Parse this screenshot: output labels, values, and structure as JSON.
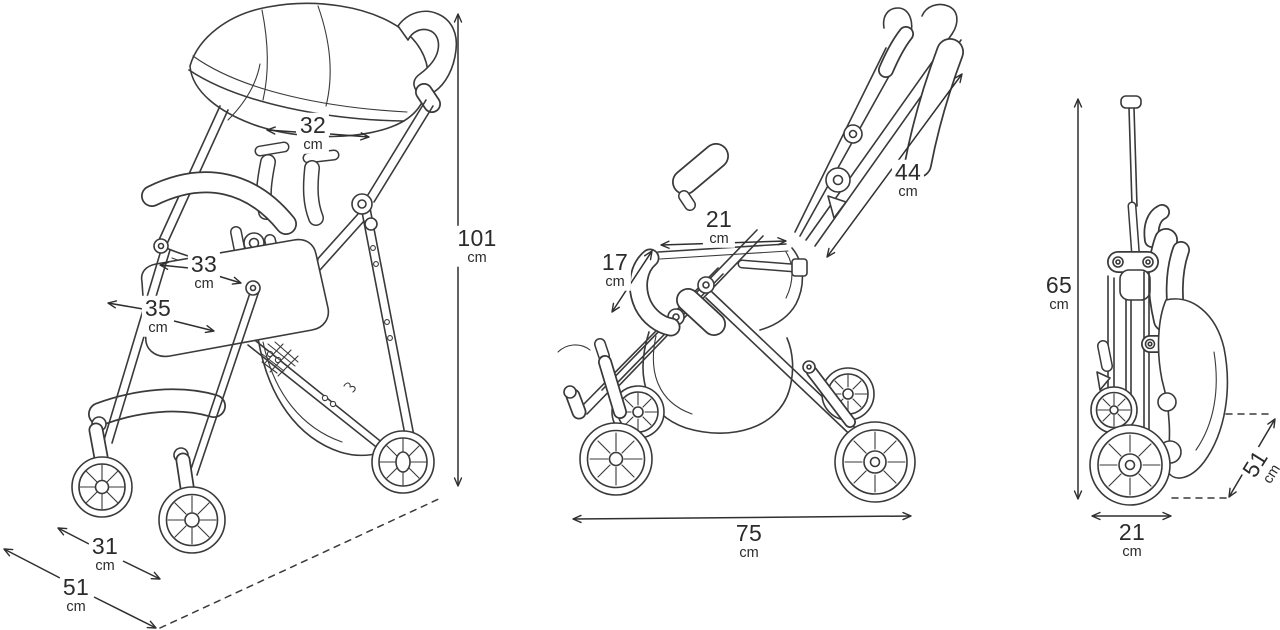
{
  "diagram": {
    "background": "#ffffff",
    "line_color": "#3a3a3a",
    "text_color": "#2b2b2b",
    "views": {
      "open_perspective": {
        "dims": {
          "backrest_width": {
            "value": "32",
            "unit": "cm"
          },
          "seat_width": {
            "value": "33",
            "unit": "cm"
          },
          "footrest_width": {
            "value": "35",
            "unit": "cm"
          },
          "overall_height": {
            "value": "101",
            "unit": "cm"
          },
          "front_track_width": {
            "value": "31",
            "unit": "cm"
          },
          "base_depth": {
            "value": "51",
            "unit": "cm"
          }
        }
      },
      "open_side": {
        "dims": {
          "seat_depth_top": {
            "value": "21",
            "unit": "cm"
          },
          "seat_front_edge": {
            "value": "17",
            "unit": "cm"
          },
          "backrest_length": {
            "value": "44",
            "unit": "cm"
          },
          "overall_length": {
            "value": "75",
            "unit": "cm"
          }
        }
      },
      "folded_side": {
        "dims": {
          "folded_height": {
            "value": "65",
            "unit": "cm"
          },
          "folded_depth": {
            "value": "51",
            "unit": "cm"
          },
          "folded_width": {
            "value": "21",
            "unit": "cm"
          }
        }
      }
    }
  }
}
